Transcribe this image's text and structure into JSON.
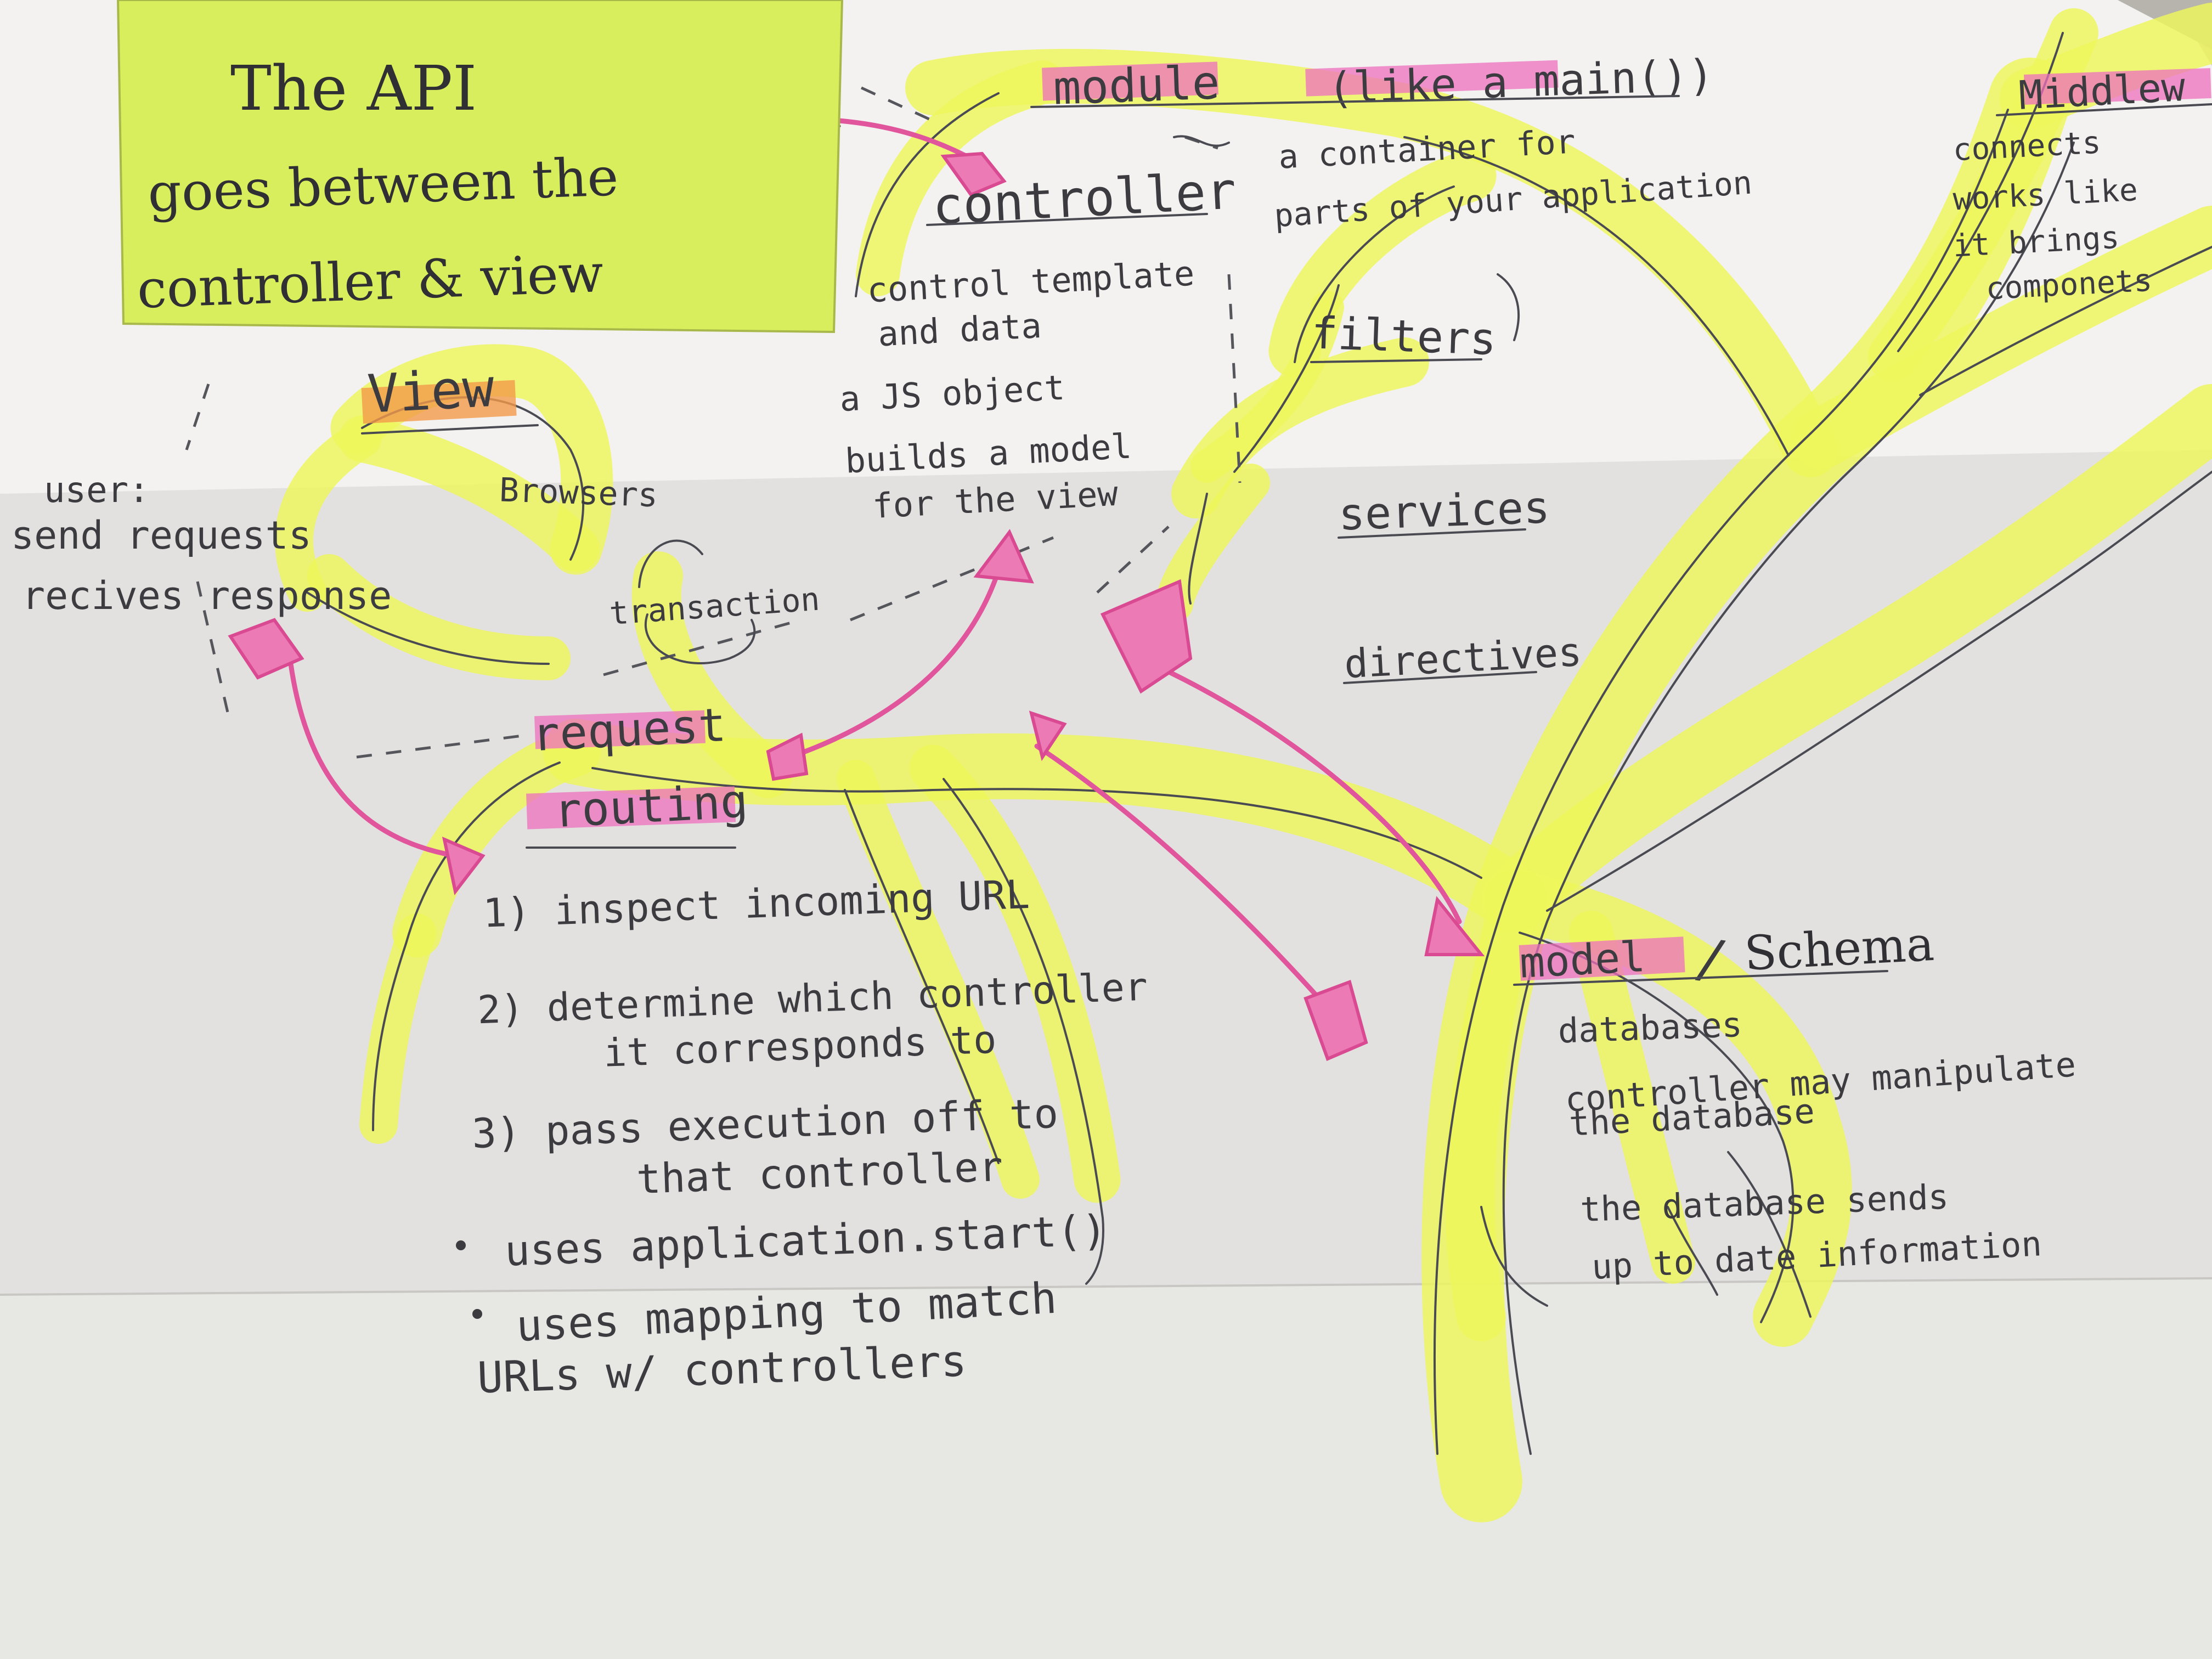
{
  "sticky_note": {
    "line1": "The API",
    "line2": "goes between the",
    "line3": "controller & view"
  },
  "module": {
    "title": "module",
    "subtitle": "(like a main())",
    "bullet": "a container for",
    "bullet2": "parts of your application"
  },
  "middleware": {
    "title": "Middlew",
    "b1": "connects",
    "b2": "works like",
    "b3": "it brings",
    "b4": "componets"
  },
  "controller": {
    "title": "controller",
    "b1a": "control template",
    "b1b": "and data",
    "b2": "a JS object",
    "b3a": "builds a model",
    "b3b": "for the view"
  },
  "filters": "filters",
  "services": "services",
  "directives": "directives",
  "view": {
    "title": "View",
    "browsers": "Browsers",
    "transaction": "transaction",
    "user1": "user:",
    "user2": "send requests",
    "user3": "recives response"
  },
  "request_routing": {
    "title1": "request",
    "title2": "routing",
    "s1": "1) inspect incoming URL",
    "s2a": "2) determine which controller",
    "s2b": "it corresponds to",
    "s3a": "3) pass execution off to",
    "s3b": "that controller",
    "u1": "uses application.start()",
    "u2a": "uses mapping to match",
    "u2b": "URLs w/ controllers"
  },
  "model": {
    "title1": "model",
    "slash": "/",
    "title2": "Schema",
    "l1": "databases",
    "l2": "controller may manipulate",
    "l3": "the database",
    "l4": "the database sends",
    "l5": "up to date information"
  },
  "colors": {
    "paper": "#f4f3f1",
    "shadow_band": "#d9d8d6",
    "sticky": "#d6ef5c",
    "highlighter_yellow": "#eef65a",
    "highlighter_pink": "#ee6fbf",
    "highlighter_orange": "#f29a4a",
    "pen": "#3b3b40"
  }
}
